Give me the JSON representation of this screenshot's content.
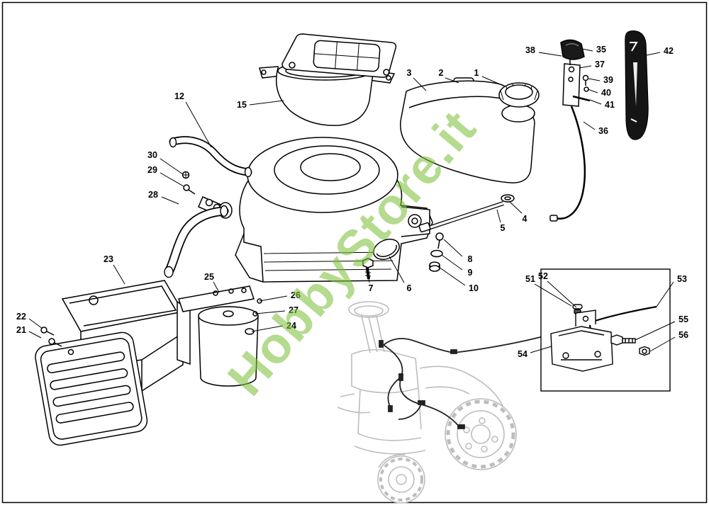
{
  "watermark": {
    "text": "HobbyStore.it",
    "color": "#7dc13d"
  },
  "colors": {
    "diagram_line": "#000000",
    "faded_tractor_line": "#bdbdbd",
    "knob_fill": "#1a1a1a",
    "watermark_green": "#7dc13d"
  },
  "callouts": [
    "12",
    "15",
    "3",
    "2",
    "1",
    "38",
    "35",
    "37",
    "39",
    "40",
    "41",
    "36",
    "42",
    "30",
    "29",
    "28",
    "4",
    "5",
    "8",
    "9",
    "10",
    "7",
    "6",
    "23",
    "25",
    "26",
    "27",
    "24",
    "22",
    "21",
    "51",
    "52",
    "53",
    "55",
    "56",
    "54"
  ]
}
